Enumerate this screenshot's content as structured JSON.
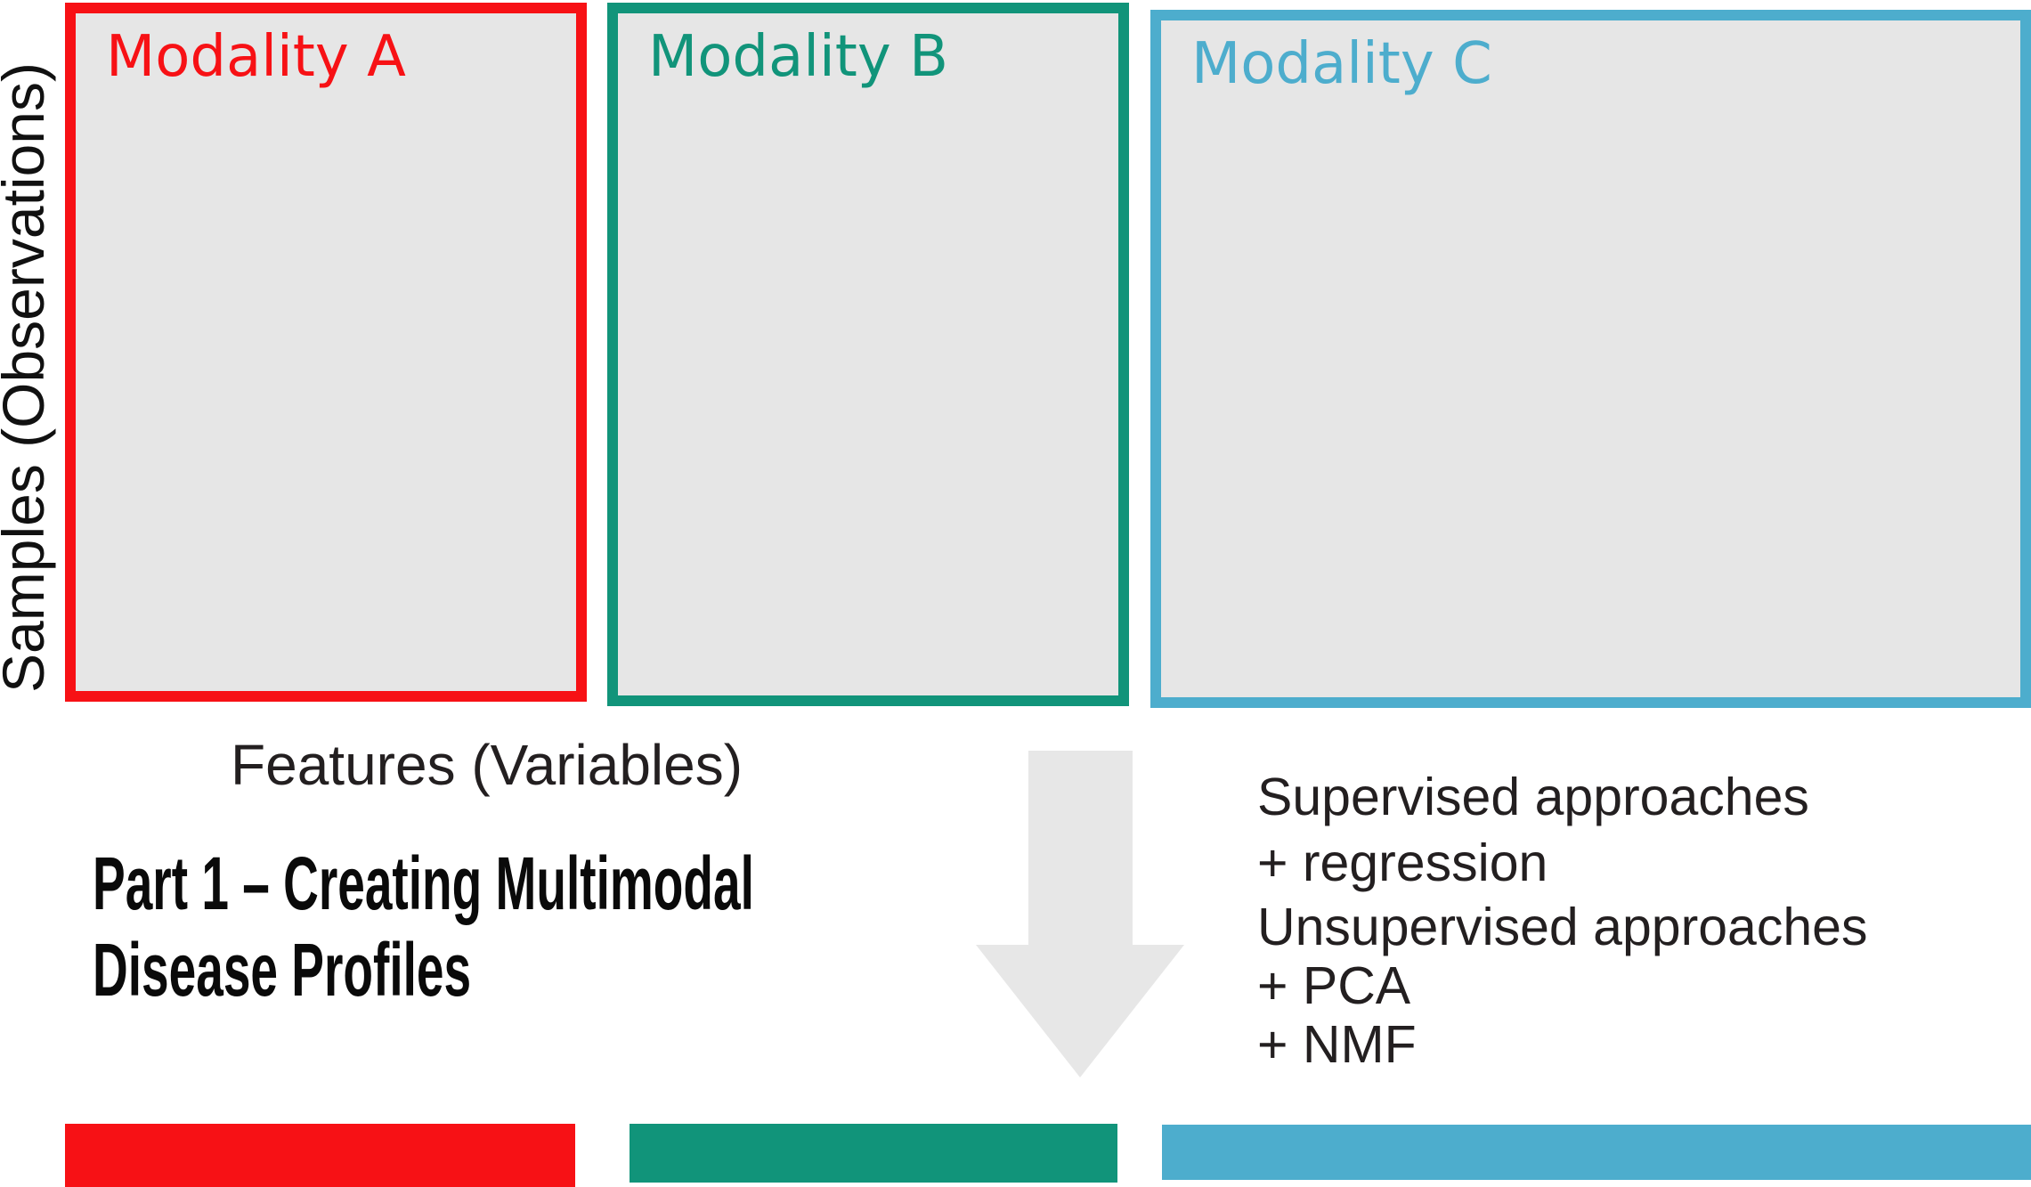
{
  "colors": {
    "modality_a_red": "#f71115",
    "modality_b_teal": "#11947a",
    "modality_c_blue": "#4dadcd",
    "box_fill_gray": "#e6e6e6",
    "arrow_gray": "#e7e7e7",
    "body_text_dark": "#231f20",
    "title_black": "#0a0a0a"
  },
  "axes": {
    "y_label": "Samples (Observations)",
    "x_label": "Features (Variables)"
  },
  "modalities": [
    {
      "label": "Modality A",
      "color": "#f71115"
    },
    {
      "label": "Modality B",
      "color": "#11947a"
    },
    {
      "label": "Modality C",
      "color": "#4dadcd"
    }
  ],
  "title": {
    "line1": "Part 1 – Creating Multimodal",
    "line2": "Disease Profiles"
  },
  "approaches": {
    "supervised": {
      "line1": "Supervised approaches",
      "line2": "+ regression"
    },
    "unsupervised": {
      "line1": "Unsupervised approaches",
      "line2": "+ PCA",
      "line3": "+ NMF"
    }
  },
  "arrow": {
    "direction": "down"
  }
}
